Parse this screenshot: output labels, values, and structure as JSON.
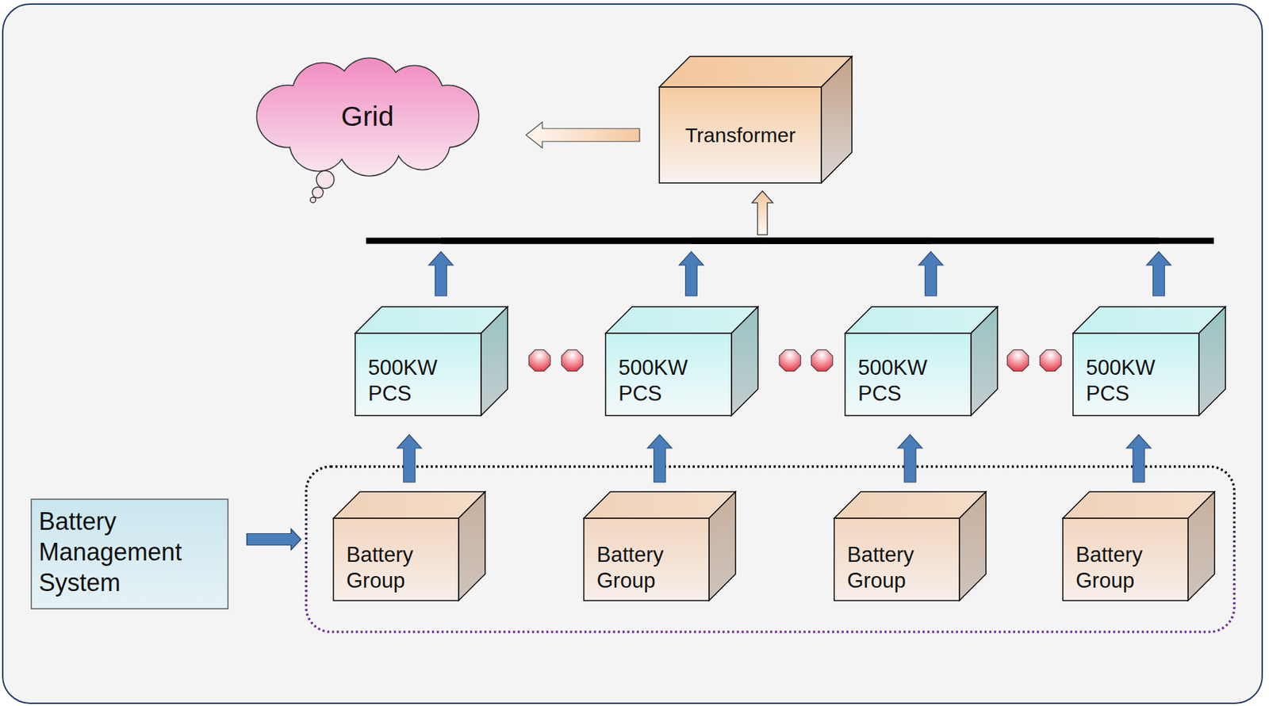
{
  "diagram": {
    "nodes": [
      {
        "text": [
          "Grid"
        ]
      },
      {
        "text": [
          "Transformer"
        ]
      },
      {
        "text": [
          "500KW PCS"
        ]
      },
      {
        "text": [
          "500KW PCS"
        ]
      },
      {
        "text": [
          "500KW PCS"
        ]
      },
      {
        "text": [
          "500KW PCS"
        ]
      },
      {
        "text": [
          "Battery Management System"
        ]
      },
      {
        "text": [
          "Battery Group"
        ]
      },
      {
        "text": [
          "Battery Group"
        ]
      },
      {
        "text": [
          "Battery Group"
        ]
      },
      {
        "text": [
          "Battery Group"
        ]
      }
    ],
    "edges": [
      {
        "from": 1,
        "to": 0,
        "arrow": "to"
      },
      {
        "from": 2,
        "to": 1,
        "arrow": "to"
      },
      {
        "from": 3,
        "to": 1,
        "arrow": "to"
      },
      {
        "from": 4,
        "to": 1,
        "arrow": "to"
      },
      {
        "from": 5,
        "to": 1,
        "arrow": "to"
      },
      {
        "from": 7,
        "to": 2,
        "arrow": "to"
      },
      {
        "from": 8,
        "to": 3,
        "arrow": "to"
      },
      {
        "from": 9,
        "to": 4,
        "arrow": "to"
      },
      {
        "from": 10,
        "to": 5,
        "arrow": "to"
      },
      {
        "from": 6,
        "to": 7,
        "arrow": "to"
      },
      {
        "from": 6,
        "to": 8,
        "arrow": "to"
      },
      {
        "from": 6,
        "to": 9,
        "arrow": "to"
      },
      {
        "from": 6,
        "to": 10,
        "arrow": "to"
      }
    ]
  }
}
